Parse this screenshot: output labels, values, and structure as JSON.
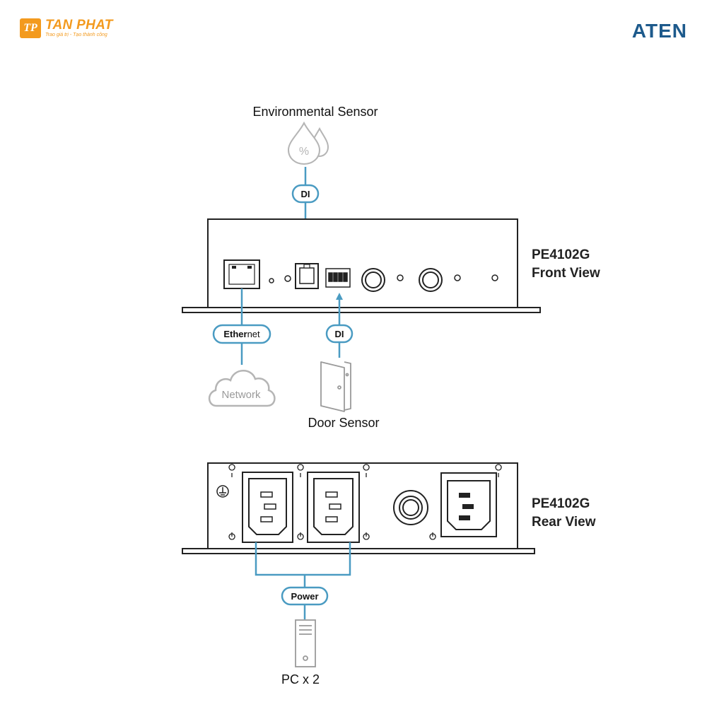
{
  "branding": {
    "tanphat_name": "TAN PHAT",
    "tanphat_tagline": "Trao giá trị - Tạo thành công",
    "tanphat_mark": "TP",
    "aten_logo": "ATEN"
  },
  "colors": {
    "accent_blue": "#4a9bc2",
    "device_stroke": "#222222",
    "icon_gray": "#b5b5b5"
  },
  "top_sensor": {
    "label": "Environmental Sensor",
    "connector_label": "DI"
  },
  "front": {
    "title_line1": "PE4102G",
    "title_line2": "Front View"
  },
  "ethernet": {
    "label_bold": "Ether",
    "label_rest": "net",
    "network_label": "Network"
  },
  "door": {
    "connector_label": "DI",
    "label": "Door Sensor"
  },
  "rear": {
    "title_line1": "PE4102G",
    "title_line2": "Rear View"
  },
  "power": {
    "label": "Power",
    "pc_label": "PC x 2"
  }
}
